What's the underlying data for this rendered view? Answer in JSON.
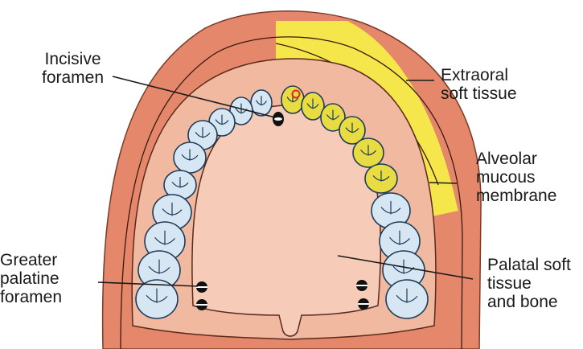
{
  "labels": {
    "incisive_foramen": [
      "Incisive",
      "foramen"
    ],
    "extraoral_soft_tissue": [
      "Extraoral",
      "soft tissue"
    ],
    "alveolar_mucous_membrane": [
      "Alveolar",
      "mucous",
      "membrane"
    ],
    "greater_palatine_foramen": [
      "Greater",
      "palatine",
      "foramen"
    ],
    "palatal_soft_tissue_and_bone": [
      "Palatal soft",
      "tissue",
      "and bone"
    ]
  },
  "colors": {
    "outer_soft_tissue": "#e4876a",
    "mucosa": "#f1b9a0",
    "palate": "#f6cbb8",
    "teeth": "#d6e6f3",
    "teeth_outline": "#1d3c5a",
    "highlight": "#f4e64b",
    "highlight_teeth": "#e8dc42",
    "injection_point": "#e0262b",
    "leader_line": "#1a1a1a"
  },
  "icons": {
    "foramen": "foramen-dot-icon",
    "injection_site": "injection-site-icon"
  }
}
